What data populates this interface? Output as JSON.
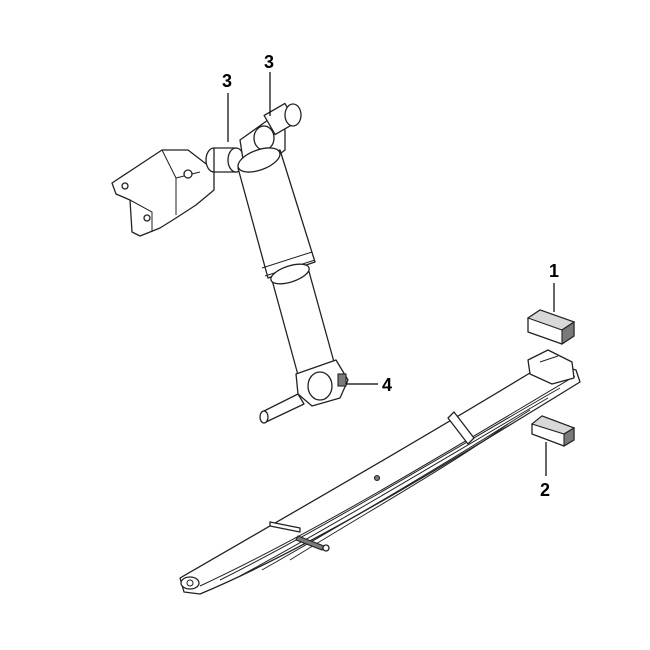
{
  "callouts": {
    "part1": "1",
    "part2": "2",
    "part3_left": "3",
    "part3_right": "3",
    "part4": "4"
  }
}
